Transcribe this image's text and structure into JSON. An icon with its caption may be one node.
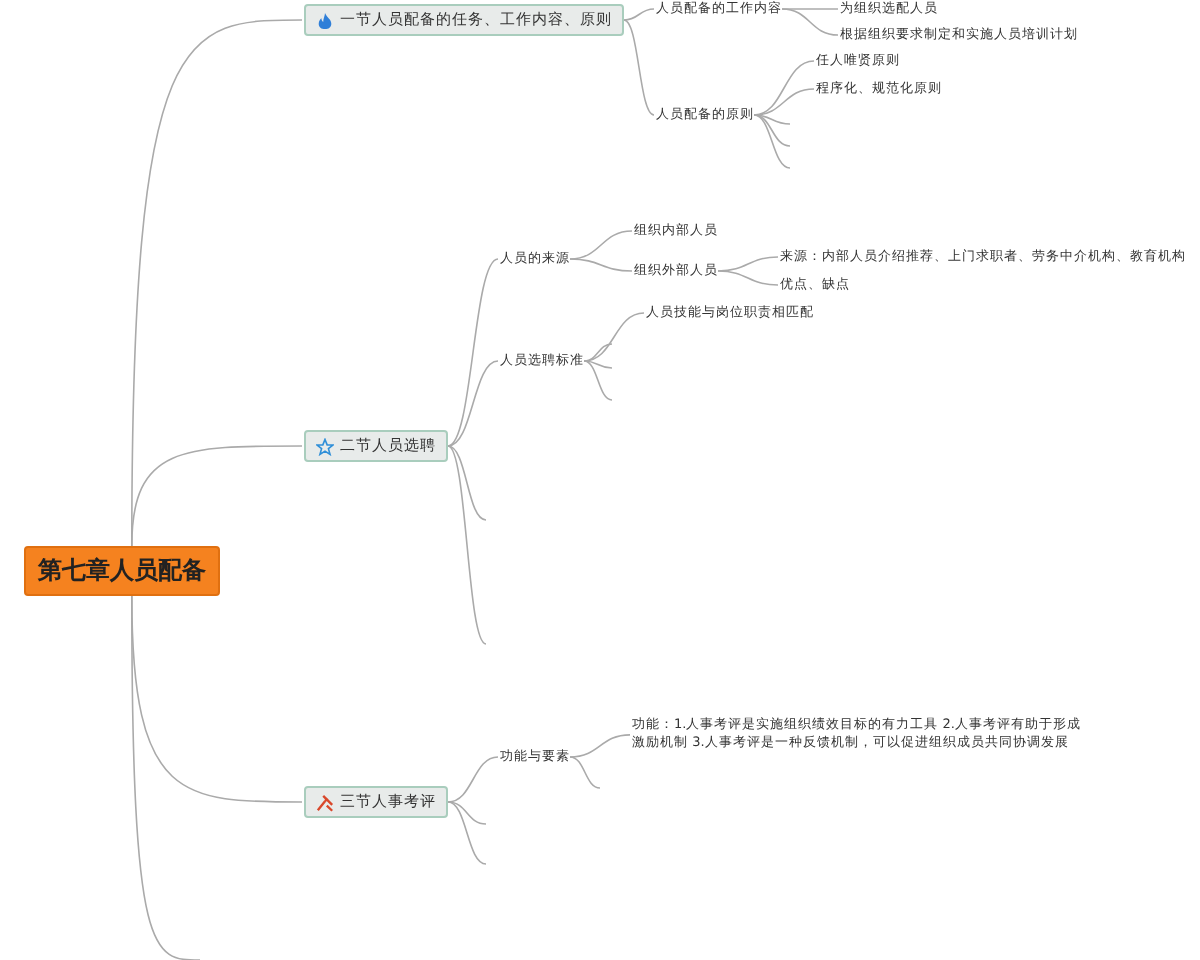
{
  "diagram": {
    "nodes": [
      {
        "text": [
          "第七章人员配备"
        ]
      },
      {
        "text": [
          "一节人员配备的任务、工作内容、原则"
        ]
      },
      {
        "text": [
          "人员配备的工作内容"
        ]
      },
      {
        "text": [
          "为组织选配人员"
        ]
      },
      {
        "text": [
          "根据组织要求制定和实施人员培训计划"
        ]
      },
      {
        "text": [
          "人员配备的原则"
        ]
      },
      {
        "text": [
          "任人唯贤原则"
        ]
      },
      {
        "text": [
          "程序化、规范化原则"
        ]
      },
      {
        "text": [
          "二节人员选聘"
        ]
      },
      {
        "text": [
          "人员的来源"
        ]
      },
      {
        "text": [
          "组织内部人员"
        ]
      },
      {
        "text": [
          "组织外部人员"
        ]
      },
      {
        "text": [
          "来源：内部人员介绍推荐、上门求职者、劳务中介机构、教育机构"
        ]
      },
      {
        "text": [
          "优点、缺点"
        ]
      },
      {
        "text": [
          "人员选聘标准"
        ]
      },
      {
        "text": [
          "人员技能与岗位职责相匹配"
        ]
      },
      {
        "text": [
          "三节人事考评"
        ]
      },
      {
        "text": [
          "功能与要素"
        ]
      },
      {
        "text": [
          "功能：1.人事考评是实施组织绩效目标的有力工具 2.人事考评有助于形成激励机制 3.人事考评是一种反馈机制，可以促进组织成员共同协调发展"
        ]
      }
    ],
    "edges": [
      {
        "from": 0,
        "to": 1,
        "arrow": "none"
      },
      {
        "from": 1,
        "to": 2,
        "arrow": "none"
      },
      {
        "from": 2,
        "to": 3,
        "arrow": "none"
      },
      {
        "from": 2,
        "to": 4,
        "arrow": "none"
      },
      {
        "from": 1,
        "to": 5,
        "arrow": "none"
      },
      {
        "from": 5,
        "to": 6,
        "arrow": "none"
      },
      {
        "from": 5,
        "to": 7,
        "arrow": "none"
      },
      {
        "from": 5,
        "to": null,
        "arrow": "none"
      },
      {
        "from": 5,
        "to": null,
        "arrow": "none"
      },
      {
        "from": 5,
        "to": null,
        "arrow": "none"
      },
      {
        "from": 0,
        "to": 8,
        "arrow": "none"
      },
      {
        "from": 8,
        "to": 9,
        "arrow": "none"
      },
      {
        "from": 9,
        "to": 10,
        "arrow": "none"
      },
      {
        "from": 9,
        "to": 11,
        "arrow": "none"
      },
      {
        "from": 11,
        "to": 12,
        "arrow": "none"
      },
      {
        "from": 11,
        "to": 13,
        "arrow": "none"
      },
      {
        "from": 8,
        "to": 14,
        "arrow": "none"
      },
      {
        "from": 14,
        "to": 15,
        "arrow": "none"
      },
      {
        "from": 14,
        "to": null,
        "arrow": "none"
      },
      {
        "from": 14,
        "to": null,
        "arrow": "none"
      },
      {
        "from": 14,
        "to": null,
        "arrow": "none"
      },
      {
        "from": 8,
        "to": null,
        "arrow": "none"
      },
      {
        "from": 8,
        "to": null,
        "arrow": "none"
      },
      {
        "from": 0,
        "to": 16,
        "arrow": "none"
      },
      {
        "from": 16,
        "to": 17,
        "arrow": "none"
      },
      {
        "from": 17,
        "to": 18,
        "arrow": "none"
      },
      {
        "from": 17,
        "to": null,
        "arrow": "none"
      },
      {
        "from": 16,
        "to": null,
        "arrow": "none"
      },
      {
        "from": 16,
        "to": null,
        "arrow": "none"
      },
      {
        "from": 0,
        "to": null,
        "arrow": "none"
      }
    ]
  }
}
